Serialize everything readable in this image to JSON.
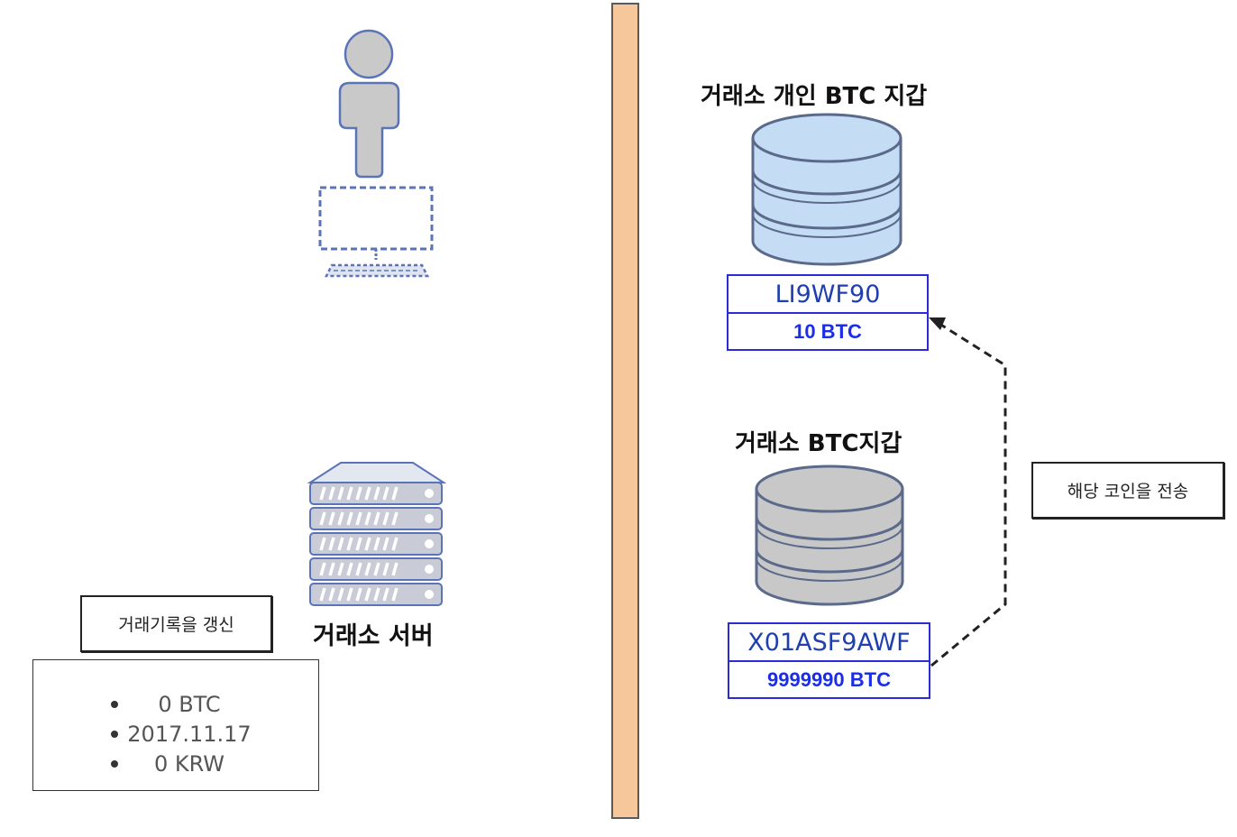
{
  "left": {
    "server_label": "거래소 서버",
    "update_note": "거래기록을 갱신",
    "records": [
      "0 BTC",
      "2017.11.17",
      "0 KRW"
    ]
  },
  "right": {
    "personal_wallet": {
      "title": "거래소 개인 BTC 지갑",
      "address": "LI9WF90",
      "amount": "10 BTC"
    },
    "exchange_wallet": {
      "title": "거래소 BTC지갑",
      "address": "X01ASF9AWF",
      "amount": "9999990 BTC"
    },
    "transfer_note": "해당 코인을 전송"
  },
  "colors": {
    "divider": "#f5c79a",
    "personal_db": "#c5dcf5",
    "exchange_db": "#c8c8c8",
    "wallet_border": "#2b2bd9",
    "icon_stroke": "#5b74b8"
  }
}
